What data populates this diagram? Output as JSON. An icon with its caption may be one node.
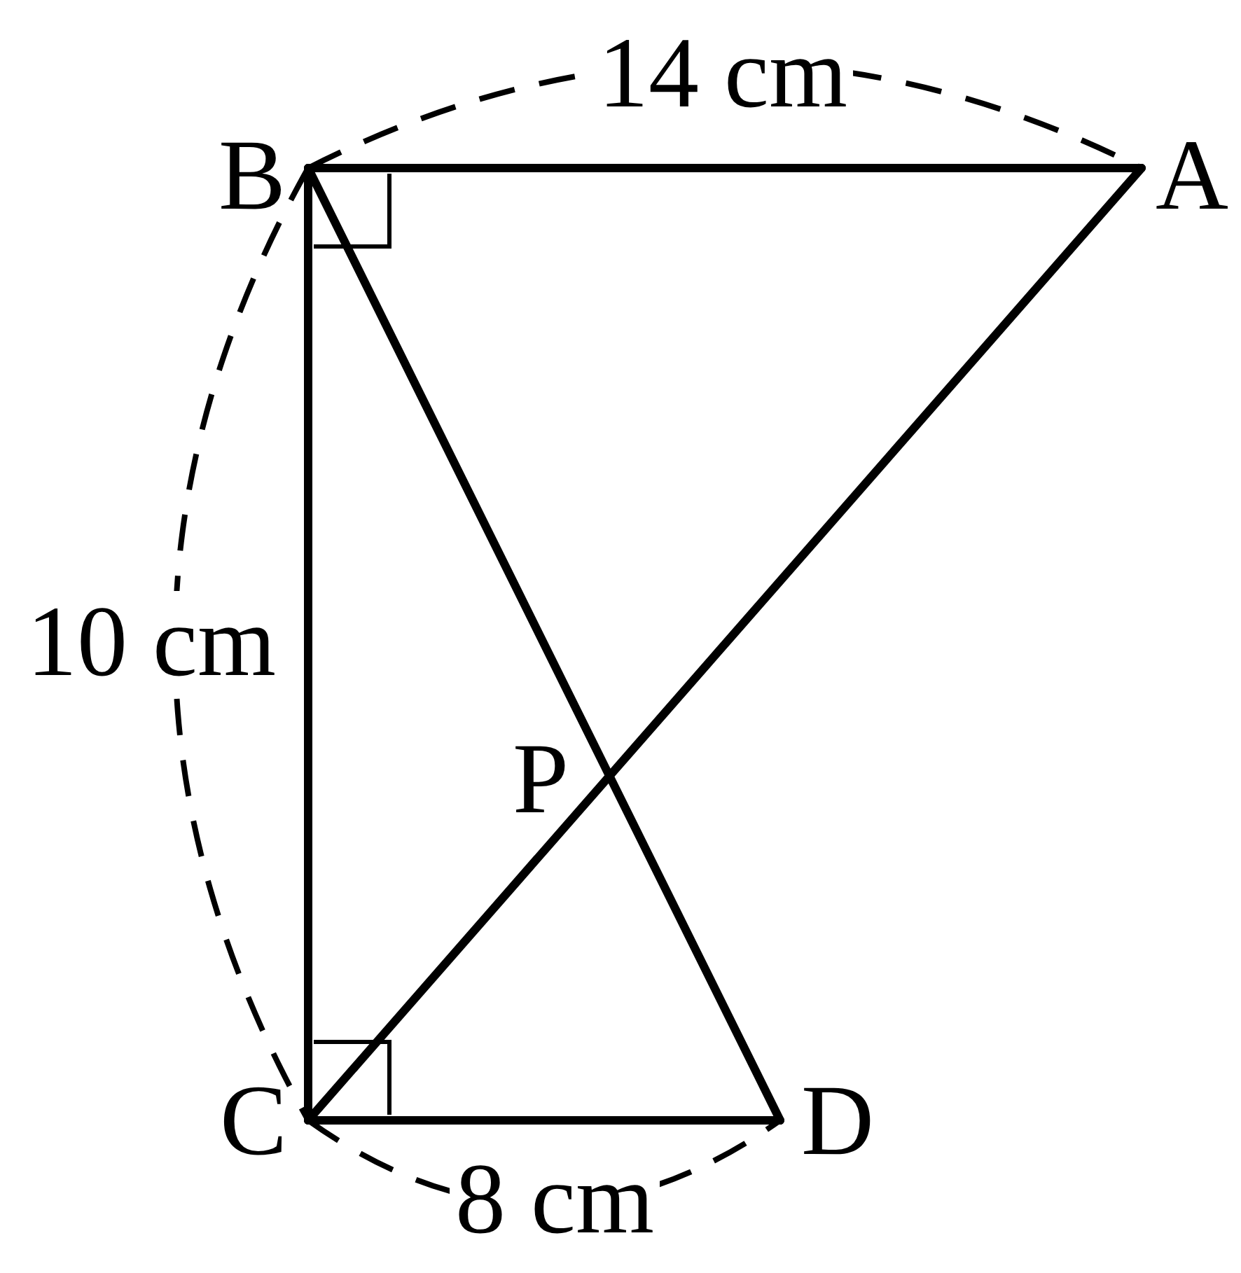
{
  "diagram": {
    "nodes": [
      {
        "text": [
          "B"
        ]
      },
      {
        "text": [
          "A"
        ]
      },
      {
        "text": [
          "C"
        ]
      },
      {
        "text": [
          "D"
        ]
      }
    ],
    "edges": [
      {
        "from": 0,
        "to": 1,
        "arrow": "none"
      },
      {
        "from": 0,
        "to": 2,
        "arrow": "none"
      },
      {
        "from": 2,
        "to": 3,
        "arrow": "none"
      },
      {
        "from": 0,
        "to": 3,
        "arrow": "none"
      },
      {
        "from": 2,
        "to": 1,
        "arrow": "none"
      }
    ],
    "labels": [
      "14 cm",
      "10 cm",
      "P",
      "8 cm"
    ]
  }
}
